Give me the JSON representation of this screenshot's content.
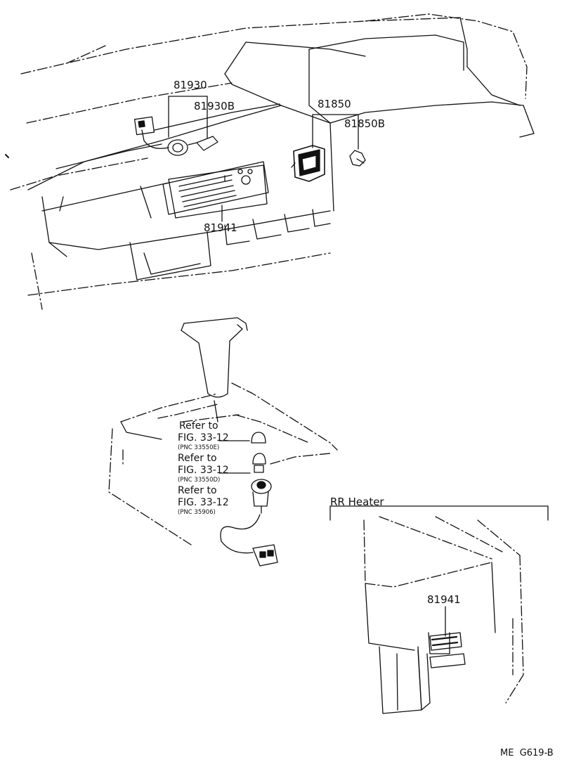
{
  "colors": {
    "ink": "#111111",
    "background": "#ffffff"
  },
  "labels": {
    "p81930": "81930",
    "p81930B": "81930B",
    "p81850": "81850",
    "p81850B": "81850B",
    "p81941_dash": "81941",
    "refer1": {
      "line1": "Refer to",
      "line2": "FIG. 33-12",
      "pnc": "(PNC 33550E)"
    },
    "refer2": {
      "line1": "Refer to",
      "line2": "FIG. 33-12",
      "pnc": "(PNC 33550D)"
    },
    "refer3": {
      "line1": "Refer to",
      "line2": "FIG. 33-12",
      "pnc": "(PNC 35906)"
    },
    "rr_heater": "RR Heater",
    "p81941_rear": "81941",
    "figure_code": "ME  G619-B"
  }
}
